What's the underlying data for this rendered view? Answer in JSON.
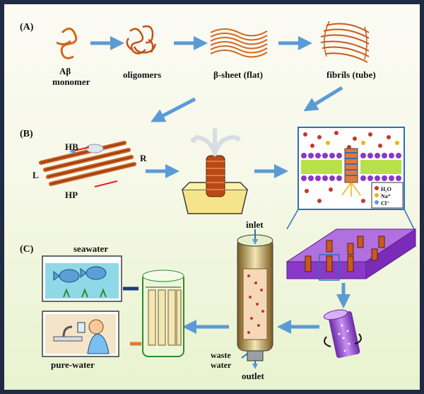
{
  "panels": {
    "a": "(A)",
    "b": "(B)",
    "c": "(C)"
  },
  "row_a": {
    "monomer_1": "Aβ",
    "monomer_2": "monomer",
    "oligomers": "oligomers",
    "beta_sheet": "β-sheet (flat)",
    "fibrils": "fibrils (tube)"
  },
  "row_b": {
    "hb": "HB",
    "r": "R",
    "l": "L",
    "hp": "HP",
    "legend_water": "H₂O",
    "legend_sodium": "Na⁺",
    "legend_chloride": "Cl⁻"
  },
  "row_c": {
    "seawater": "seawater",
    "pure_water": "pure-water",
    "inlet": "inlet",
    "waste_1": "waste",
    "waste_2": "water",
    "outlet": "outlet"
  },
  "colors": {
    "fibril": "#c85a1e",
    "arrow": "#5b9bd5",
    "membrane": "#8a38c8",
    "border": "#1f2a44"
  }
}
